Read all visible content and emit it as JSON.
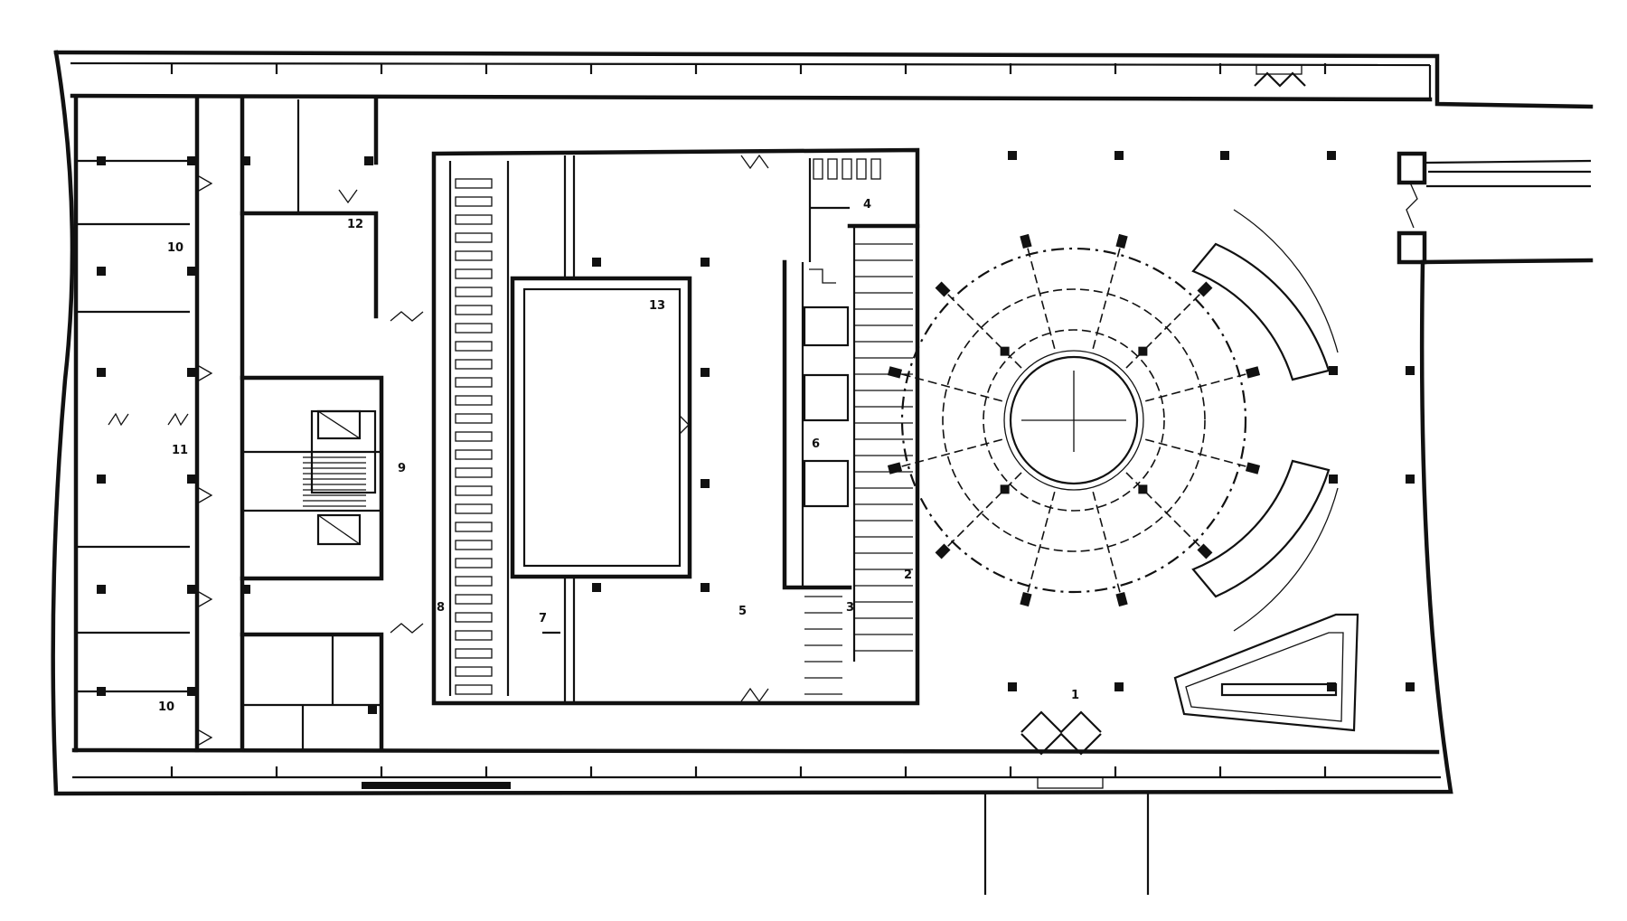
{
  "labels": {
    "l1": "1",
    "l2": "2",
    "l3": "3",
    "l4": "4",
    "l5": "5",
    "l6": "6",
    "l7": "7",
    "l8": "8",
    "l9": "9",
    "l10a": "10",
    "l10b": "10",
    "l11": "11",
    "l12": "12",
    "l13": "13"
  },
  "colors": {
    "ink": "#111111",
    "paper": "#ffffff"
  }
}
